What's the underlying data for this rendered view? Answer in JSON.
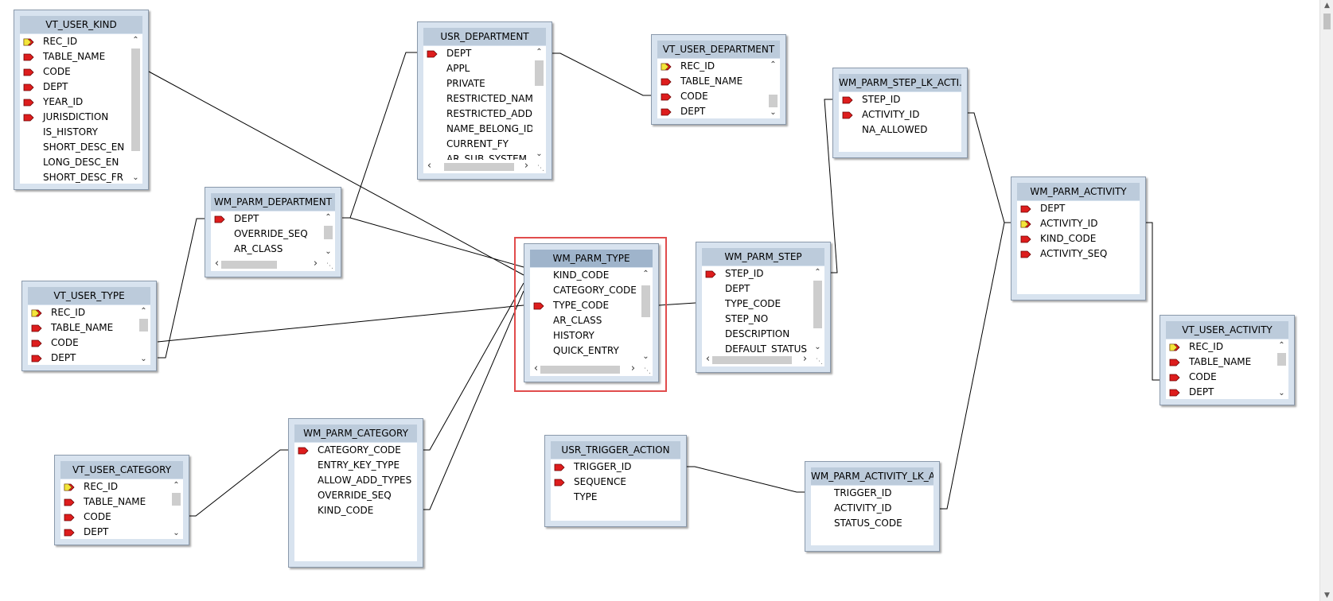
{
  "colors": {
    "pk_key": "#dd1d1d",
    "fk_key": "#f4e53a",
    "selection": "#e14c4c"
  },
  "tables": [
    {
      "name": "VT_USER_KIND",
      "fields": [
        {
          "label": "REC_ID",
          "key": "fk"
        },
        {
          "label": "TABLE_NAME",
          "key": "pk"
        },
        {
          "label": "CODE",
          "key": "pk"
        },
        {
          "label": "DEPT",
          "key": "pk"
        },
        {
          "label": "YEAR_ID",
          "key": "pk"
        },
        {
          "label": "JURISDICTION",
          "key": "pk"
        },
        {
          "label": "IS_HISTORY",
          "key": ""
        },
        {
          "label": "SHORT_DESC_EN",
          "key": ""
        },
        {
          "label": "LONG_DESC_EN",
          "key": ""
        },
        {
          "label": "SHORT_DESC_FR",
          "key": ""
        }
      ]
    },
    {
      "name": "USR_DEPARTMENT",
      "fields": [
        {
          "label": "DEPT",
          "key": "pk"
        },
        {
          "label": "APPL",
          "key": ""
        },
        {
          "label": "PRIVATE",
          "key": ""
        },
        {
          "label": "RESTRICTED_NAME",
          "key": ""
        },
        {
          "label": "RESTRICTED_ADDRESS",
          "key": ""
        },
        {
          "label": "NAME_BELONG_ID",
          "key": ""
        },
        {
          "label": "CURRENT_FY",
          "key": ""
        },
        {
          "label": "AR_SUB_SYSTEM",
          "key": ""
        }
      ]
    },
    {
      "name": "VT_USER_DEPARTMENT",
      "fields": [
        {
          "label": "REC_ID",
          "key": "fk"
        },
        {
          "label": "TABLE_NAME",
          "key": "pk"
        },
        {
          "label": "CODE",
          "key": "pk"
        },
        {
          "label": "DEPT",
          "key": "pk"
        }
      ]
    },
    {
      "name": "WM_PARM_STEP_LK_ACTI...",
      "fields": [
        {
          "label": "STEP_ID",
          "key": "pk"
        },
        {
          "label": "ACTIVITY_ID",
          "key": "pk"
        },
        {
          "label": "NA_ALLOWED",
          "key": ""
        }
      ]
    },
    {
      "name": "WM_PARM_DEPARTMENT",
      "fields": [
        {
          "label": "DEPT",
          "key": "pk"
        },
        {
          "label": "OVERRIDE_SEQ",
          "key": ""
        },
        {
          "label": "AR_CLASS",
          "key": ""
        }
      ]
    },
    {
      "name": "WM_PARM_ACTIVITY",
      "fields": [
        {
          "label": "DEPT",
          "key": "pk"
        },
        {
          "label": "ACTIVITY_ID",
          "key": "fk"
        },
        {
          "label": "KIND_CODE",
          "key": "pk"
        },
        {
          "label": "ACTIVITY_SEQ",
          "key": "pk"
        }
      ]
    },
    {
      "name": "WM_PARM_TYPE",
      "fields": [
        {
          "label": "KIND_CODE",
          "key": ""
        },
        {
          "label": "CATEGORY_CODE",
          "key": ""
        },
        {
          "label": "TYPE_CODE",
          "key": "pk"
        },
        {
          "label": "AR_CLASS",
          "key": ""
        },
        {
          "label": "HISTORY",
          "key": ""
        },
        {
          "label": "QUICK_ENTRY",
          "key": ""
        }
      ]
    },
    {
      "name": "WM_PARM_STEP",
      "fields": [
        {
          "label": "STEP_ID",
          "key": "pk"
        },
        {
          "label": "DEPT",
          "key": ""
        },
        {
          "label": "TYPE_CODE",
          "key": ""
        },
        {
          "label": "STEP_NO",
          "key": ""
        },
        {
          "label": "DESCRIPTION",
          "key": ""
        },
        {
          "label": "DEFAULT_STATUS",
          "key": ""
        }
      ]
    },
    {
      "name": "VT_USER_TYPE",
      "fields": [
        {
          "label": "REC_ID",
          "key": "fk"
        },
        {
          "label": "TABLE_NAME",
          "key": "pk"
        },
        {
          "label": "CODE",
          "key": "pk"
        },
        {
          "label": "DEPT",
          "key": "pk"
        }
      ]
    },
    {
      "name": "VT_USER_ACTIVITY",
      "fields": [
        {
          "label": "REC_ID",
          "key": "fk"
        },
        {
          "label": "TABLE_NAME",
          "key": "pk"
        },
        {
          "label": "CODE",
          "key": "pk"
        },
        {
          "label": "DEPT",
          "key": "pk"
        }
      ]
    },
    {
      "name": "WM_PARM_CATEGORY",
      "fields": [
        {
          "label": "CATEGORY_CODE",
          "key": "pk"
        },
        {
          "label": "ENTRY_KEY_TYPE",
          "key": ""
        },
        {
          "label": "ALLOW_ADD_TYPES",
          "key": ""
        },
        {
          "label": "OVERRIDE_SEQ",
          "key": ""
        },
        {
          "label": "KIND_CODE",
          "key": ""
        }
      ]
    },
    {
      "name": "USR_TRIGGER_ACTION",
      "fields": [
        {
          "label": "TRIGGER_ID",
          "key": "pk"
        },
        {
          "label": "SEQUENCE",
          "key": "pk"
        },
        {
          "label": "TYPE",
          "key": ""
        }
      ]
    },
    {
      "name": "WM_PARM_ACTIVITY_LK_A...",
      "fields": [
        {
          "label": "TRIGGER_ID",
          "key": ""
        },
        {
          "label": "ACTIVITY_ID",
          "key": ""
        },
        {
          "label": "STATUS_CODE",
          "key": ""
        }
      ]
    },
    {
      "name": "VT_USER_CATEGORY",
      "fields": [
        {
          "label": "REC_ID",
          "key": "fk"
        },
        {
          "label": "TABLE_NAME",
          "key": "pk"
        },
        {
          "label": "CODE",
          "key": "pk"
        },
        {
          "label": "DEPT",
          "key": "pk"
        }
      ]
    }
  ],
  "selected_table": "WM_PARM_TYPE"
}
